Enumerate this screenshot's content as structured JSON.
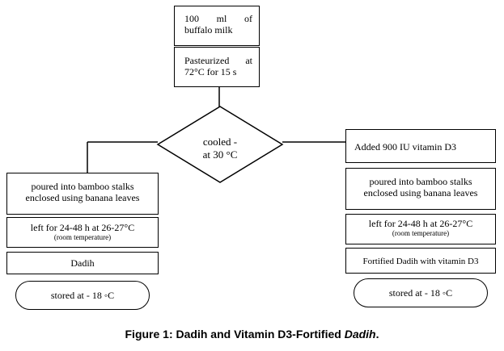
{
  "diagram": {
    "top": {
      "milk": [
        "100",
        "ml",
        "of",
        "buffalo milk"
      ],
      "pasteurized": [
        "Pasteurized",
        "at",
        "72°C for 15 s"
      ]
    },
    "decision": [
      "cooled -",
      "at 30 °C"
    ],
    "left": {
      "pour": [
        "poured into bamboo stalks",
        "enclosed using banana leaves"
      ],
      "ferment_main": "left for 24-48  h at 26-27°C",
      "ferment_sub": "(room temperature)",
      "product": "Dadih",
      "storage": "stored at - 18 ◦C"
    },
    "right": {
      "add_vitamin": "Added 900 IU vitamin D3",
      "pour": [
        "poured into bamboo stalks",
        "enclosed using banana leaves"
      ],
      "ferment_main": "left for 24-48  h at 26-27°C",
      "ferment_sub": "(room temperature)",
      "product": "Fortified Dadih with vitamin D3",
      "storage": "stored at - 18 ◦C"
    },
    "caption": {
      "prefix": "Figure 1: Dadih and Vitamin D3-Fortified ",
      "emph": "Dadih",
      "suffix": "."
    }
  }
}
